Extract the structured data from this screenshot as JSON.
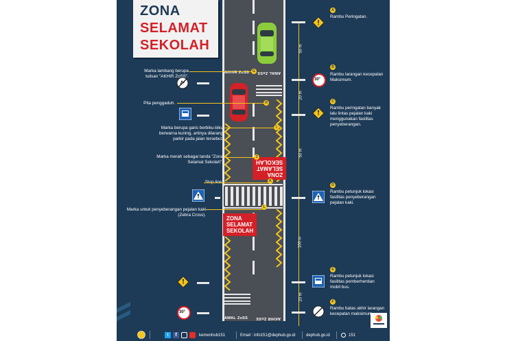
{
  "title": {
    "line1": "ZONA",
    "line2": "SELAMAT",
    "line3": "SEKOLAH"
  },
  "left_annotations": [
    {
      "id": "marka-lambang",
      "text": "Marka lambang berupa tulisan \"AKHIR ZoSS\"."
    },
    {
      "id": "pita-penggaduh",
      "text": "Pita penggaduh."
    },
    {
      "id": "marka-biku",
      "text": "Marka berupa garis berbiku-biku berwarna kuning, artinya dilarang parkir pada jalan tersebut."
    },
    {
      "id": "marka-merah",
      "text": "Marka merah sebagai tanda \"Zona Selamat Sekolah\"."
    },
    {
      "id": "stop-line",
      "text": "Stop line."
    },
    {
      "id": "marka-penyeberangan",
      "text": "Marka untuk penyeberangan pejalan kaki (Zebra Cross)."
    }
  ],
  "right_annotations": [
    {
      "letter": "A",
      "text": "Rambu Peringatan."
    },
    {
      "letter": "B",
      "text": "Rambu larangan kecepatan Maksimum."
    },
    {
      "letter": "C",
      "text": "Rambu peringatan banyak lalu lintas pejalan kaki menggunakan fasilitas penyeberangan."
    },
    {
      "letter": "D",
      "text": "Rambu petunjuk lokasi fasilitas penyeberangan pejalan kaki."
    },
    {
      "letter": "E",
      "text": "Rambu petunjuk lokasi fasilitas pemberhentian mobil bus."
    },
    {
      "letter": "F",
      "text": "Rambu batas akhir larangan kecepatan maksimum."
    }
  ],
  "road_dot_letters": [
    "G",
    "H",
    "I",
    "J",
    "K",
    "L"
  ],
  "distances": [
    "50 m",
    "20 m",
    "50 m",
    "100 m",
    "20 m"
  ],
  "road_text": {
    "akhir_zoss": "AKHIR ZoSS",
    "awal_zoss_flipped": "AWAL ZoSS",
    "awal_zoss": "AWAL ZoSS",
    "akhir_zoss_flipped": "AKHIR ZoSS",
    "zona_red_top": [
      "ZONA",
      "SELAMAT",
      "SEKOLAH"
    ],
    "zona_red_bottom": [
      "ZONA",
      "SELAMAT",
      "SEKOLAH"
    ]
  },
  "speed_limit": "30°",
  "footer": {
    "social_handle": "kemenhub151",
    "email": "Email : info151@dephub.go.id",
    "website": "dephub.go.id",
    "phone": "151"
  },
  "colors": {
    "navy": "#1d3a56",
    "yellow": "#f4c51b",
    "red": "#d42027",
    "road": "#4a4e55",
    "green_car": "#8ccc3c",
    "red_car": "#d42027"
  }
}
